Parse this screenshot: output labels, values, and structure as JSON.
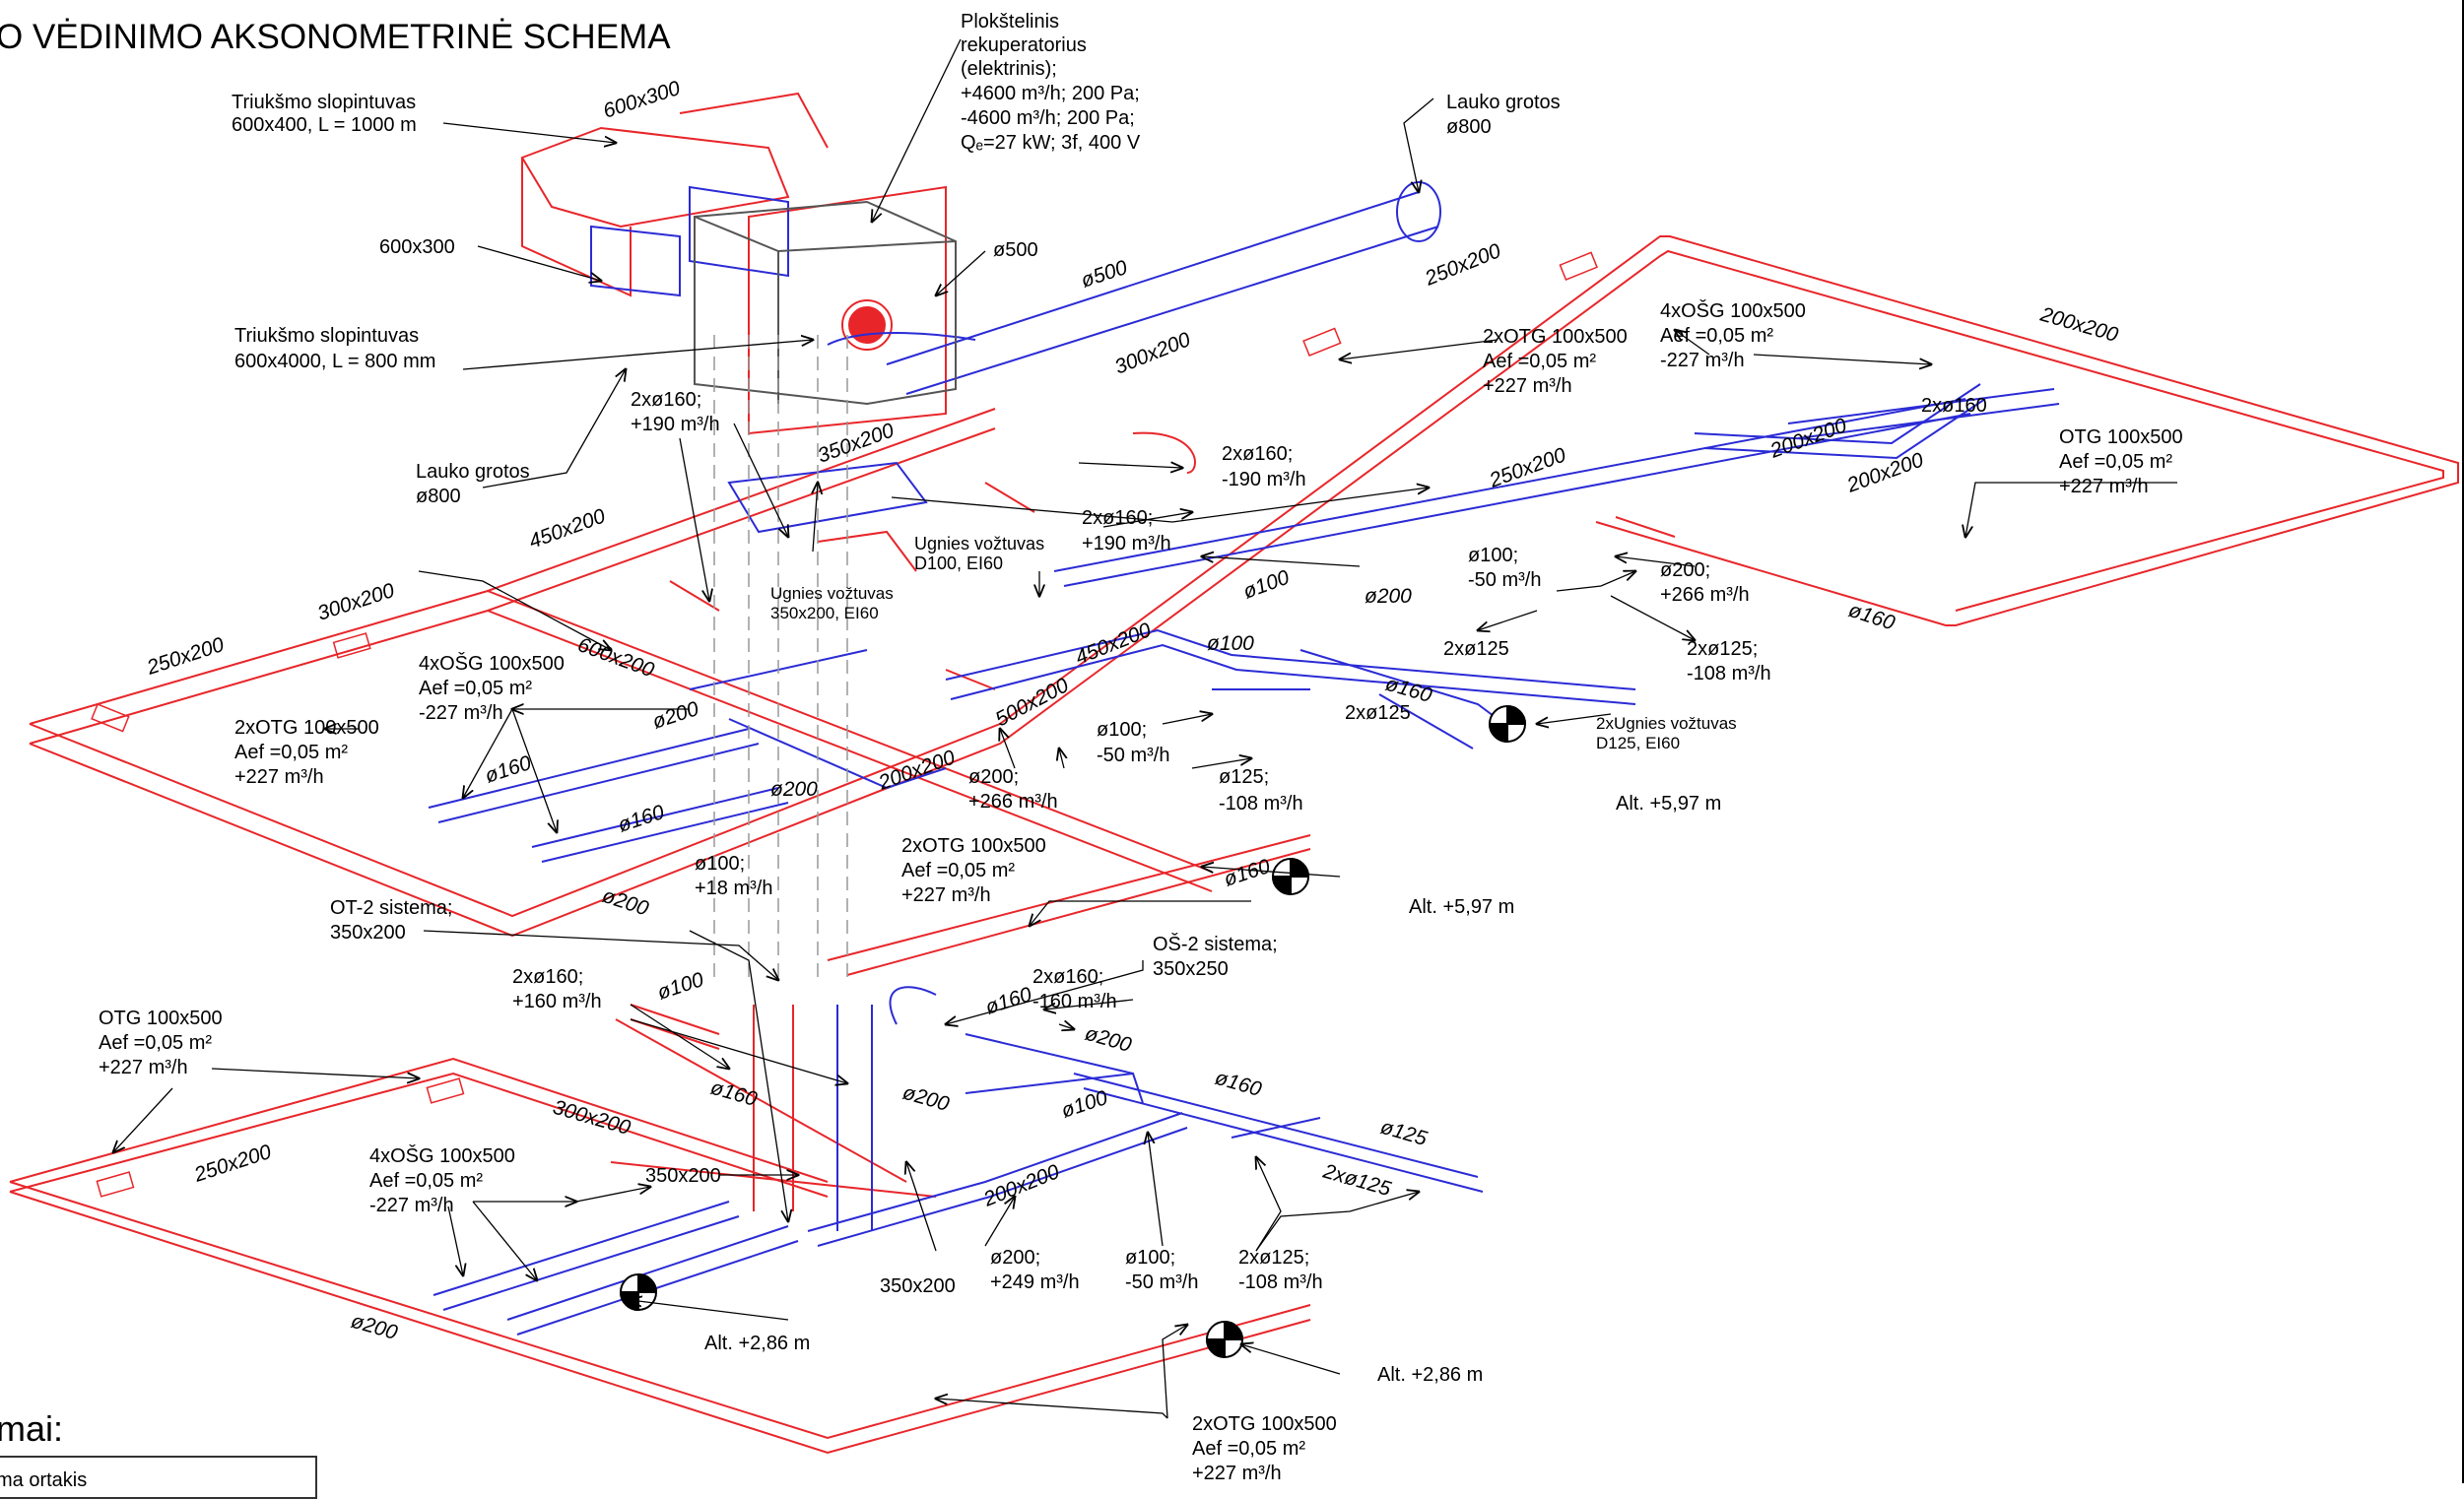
{
  "title": "O VĖDINIMO AKSONOMETRINĖ SCHEMA",
  "legend": {
    "heading": "mai:",
    "item": "ma ortakis"
  },
  "colors": {
    "supply": "#e8262a",
    "exhaust": "#2b2bd6",
    "leader": "#000000"
  },
  "labels": {
    "silencer_top": [
      "Triukšmo slopintuvas",
      "600x400, L = 1000 m"
    ],
    "silencer_bottom": [
      "Triukšmo slopintuvas",
      "600x4000, L = 800 mm"
    ],
    "duct_600x300": "600x300",
    "duct_600x300_b": "600x300",
    "recuperator": [
      "Plokštelinis",
      "rekuperatorius",
      "(elektrinis);",
      "+4600 m³/h; 200 Pa;",
      "-4600 m³/h; 200 Pa;",
      "Qₑ=27 kW; 3f, 400 V"
    ],
    "grille_top": [
      "Lauko grotos",
      "ø800"
    ],
    "grille_left": [
      "Lauko grotos",
      "ø800"
    ],
    "d500": "ø500",
    "d500_b": "ø500",
    "ugnies_350": [
      "Ugnies vožtuvas",
      "350x200, EI60"
    ],
    "ugnies_d100": [
      "Ugnies vožtuvas",
      "D100, EI60"
    ],
    "ugnies_d125": [
      "2xUgnies vožtuvas",
      "D125, EI60"
    ],
    "otg_group_top_right": [
      "2xOTG 100x500",
      "Aef =0,05 m²",
      "+227 m³/h"
    ],
    "osg_group_top_right": [
      "4xOŠG 100x500",
      "Aef =0,05 m²",
      "-227 m³/h"
    ],
    "otg_single_right": [
      "OTG 100x500",
      "Aef =0,05 m²",
      "+227 m³/h"
    ],
    "otg_group_left": [
      "2xOTG 100x500",
      "Aef =0,05 m²",
      "+227 m³/h"
    ],
    "osg_group_left": [
      "4xOŠG 100x500",
      "Aef =0,05 m²",
      "-227 m³/h"
    ],
    "otg_group_mid": [
      "2xOTG 100x500",
      "Aef =0,05 m²",
      "+227 m³/h"
    ],
    "otg_single_bottom_left": [
      "OTG 100x500",
      "Aef =0,05 m²",
      "+227 m³/h"
    ],
    "osg_group_bottom": [
      "4xOŠG 100x500",
      "Aef =0,05 m²",
      "-227 m³/h"
    ],
    "otg_group_bottom": [
      "2xOTG 100x500",
      "Aef =0,05 m²",
      "+227 m³/h"
    ],
    "d160_190_a": [
      "2xø160;",
      "+190 m³/h"
    ],
    "d160_190_b": [
      "2xø160;",
      "+190 m³/h"
    ],
    "d160_m190": [
      "2xø160;",
      "-190 m³/h"
    ],
    "d100_m50_a": [
      "ø100;",
      "-50 m³/h"
    ],
    "d200_266_a": [
      "ø200;",
      "+266 m³/h"
    ],
    "d125_m108_a": [
      "2xø125;",
      "-108 m³/h"
    ],
    "d100_m50_b": [
      "ø100;",
      "-50 m³/h"
    ],
    "d125_m108_b": [
      "ø125;",
      "-108 m³/h"
    ],
    "d200_266_b": [
      "ø200;",
      "+266 m³/h"
    ],
    "d100_18": [
      "ø100;",
      "+18 m³/h"
    ],
    "ot2": [
      "OT-2 sistema;",
      "350x200"
    ],
    "os2": [
      "OŠ-2 sistema;",
      "350x250"
    ],
    "d160_160": [
      "2xø160;",
      "+160 m³/h"
    ],
    "d160_m160": [
      "2xø160;",
      "-160 m³/h"
    ],
    "d200_249": [
      "ø200;",
      "+249 m³/h"
    ],
    "d100_m50_c": [
      "ø100;",
      "-50 m³/h"
    ],
    "d125_m108_c": [
      "2xø125;",
      "-108 m³/h"
    ],
    "alt_597_a": "Alt. +5,97 m",
    "alt_597_b": "Alt. +5,97 m",
    "alt_286_a": "Alt. +2,86 m",
    "alt_286_b": "Alt. +2,86 m",
    "d350x200": "350x200",
    "d350x200_b": "350x200"
  },
  "sizes": {
    "s250x200_tr": "250x200",
    "s300x200_t": "300x200",
    "s200x200_r": "200x200",
    "s350x200_t": "350x200",
    "s450x200_t": "450x200",
    "s300x200_l": "300x200",
    "s250x200_l": "250x200",
    "s600x200": "600x200",
    "s250x200_b": "250x200",
    "s200x200_a": "200x200",
    "s200x200_b": "200x200",
    "s2d160": "2xø160",
    "s160_r": "ø160",
    "s100_a": "ø100",
    "s200_a": "ø200",
    "s2d125": "2xø125",
    "s100_b": "ø100",
    "s450x200_m": "450x200",
    "s160_m": "ø160",
    "s2d125_b": "2xø125",
    "s500x200": "500x200",
    "s200x200_c": "200x200",
    "s200_b": "ø200",
    "s200_c": "ø200",
    "s160_l1": "ø160",
    "s160_l2": "ø160",
    "s200_mid": "ø200",
    "s160_mid": "ø160",
    "s100_c": "ø100",
    "s160_d": "ø160",
    "s160_e": "ø160",
    "s200_d": "ø200",
    "s200_e": "ø200",
    "s160_f": "ø160",
    "s100_d": "ø100",
    "s125_a": "ø125",
    "s2d125_c": "2xø125",
    "s200x200_d": "200x200",
    "s300x200_b": "300x200",
    "s250x200_bl": "250x200",
    "s200_bot": "ø200"
  }
}
